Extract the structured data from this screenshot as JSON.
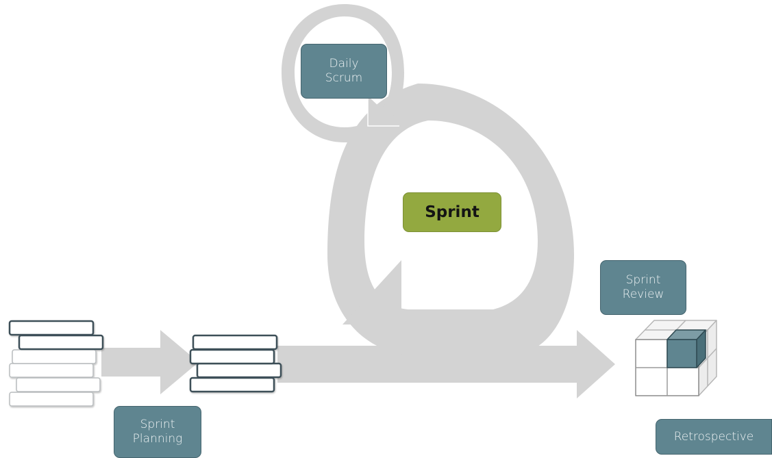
{
  "labels": {
    "daily_scrum": "Daily\nScrum",
    "sprint": "Sprint",
    "sprint_review": "Sprint\nReview",
    "sprint_planning": "Sprint\nPlanning",
    "retrospective": "Retrospective"
  },
  "colors": {
    "arrow_gray": "#d3d3d3",
    "label_teal": "#5f8590",
    "label_teal_border": "#44646e",
    "sprint_green": "#93a940",
    "stack_outline": "#3e5058",
    "cube_fill": "#5f8590"
  },
  "icons": {
    "product_backlog": "document-stack-icon",
    "sprint_backlog": "document-stack-icon",
    "increment": "cube-icon"
  }
}
